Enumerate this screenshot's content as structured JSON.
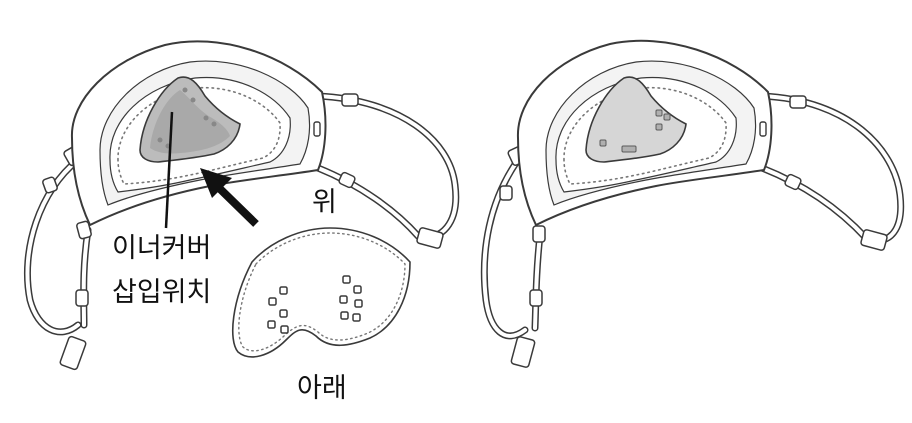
{
  "labels": {
    "insert_position_line1": "이너커버",
    "insert_position_line2": "삽입위치",
    "top_side": "위",
    "bottom_side": "아래"
  },
  "colors": {
    "outline": "#3a3a3a",
    "mask_fill": "#ffffff",
    "mask_shadow": "#ececec",
    "inner_cover_gray": "#bcbcbc",
    "cover_gray_light": "#d6d6d6",
    "arrow": "#111111"
  }
}
